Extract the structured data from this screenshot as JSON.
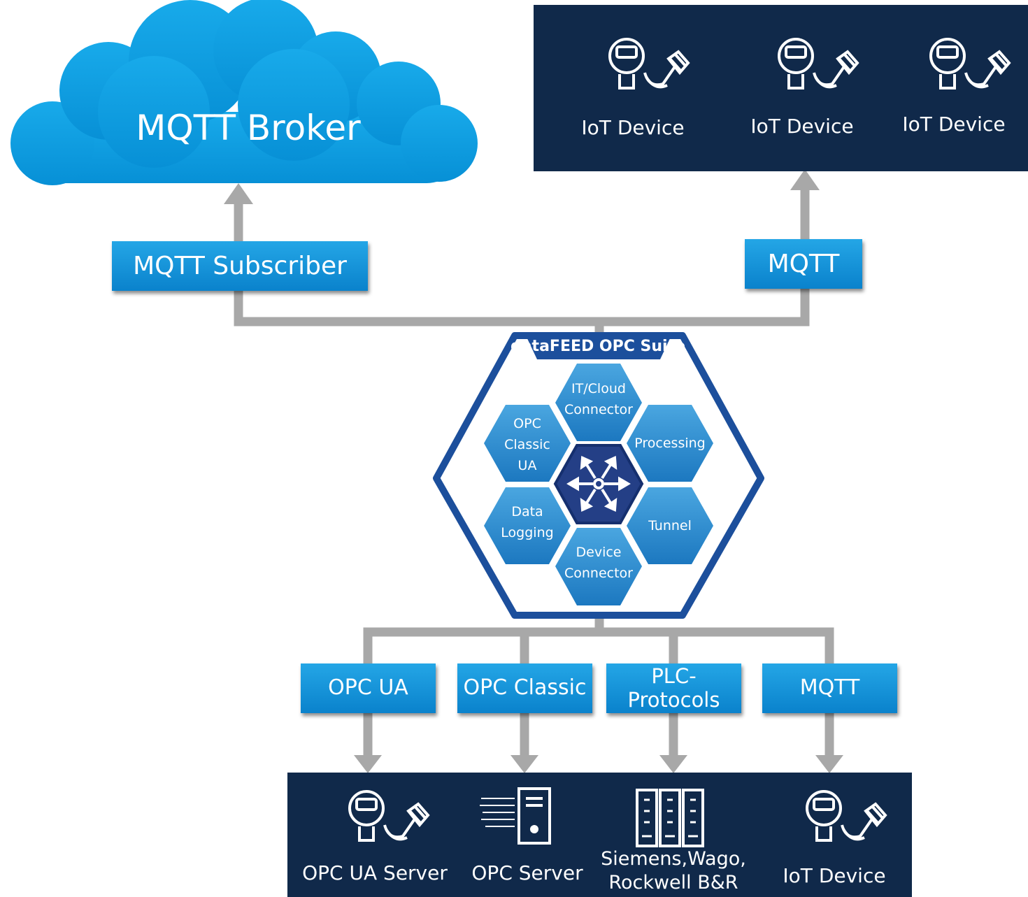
{
  "cloud": {
    "label": "MQTT Broker"
  },
  "top_panel": {
    "devices": [
      {
        "label": "IoT Device",
        "icon": "gauge-sensor-icon"
      },
      {
        "label": "IoT Device",
        "icon": "gauge-sensor-icon"
      },
      {
        "label": "IoT Device",
        "icon": "gauge-sensor-icon"
      }
    ]
  },
  "upper_connectors": {
    "left": "MQTT Subscriber",
    "right": "MQTT"
  },
  "suite": {
    "title": "dataFEED OPC Suite",
    "modules": {
      "it_cloud": "IT/Cloud\nConnector",
      "processing": "Processing",
      "tunnel": "Tunnel",
      "device_connector": "Device\nConnector",
      "data_logging": "Data\nLogging",
      "opc_classic_ua": "OPC\nClassic\nUA"
    },
    "center_icon": "arrows-out-icon"
  },
  "lower_connectors": [
    "OPC UA",
    "OPC Classic",
    "PLC-\nProtocols",
    "MQTT"
  ],
  "bottom_panel": {
    "targets": [
      {
        "label": "OPC UA Server",
        "icon": "gauge-sensor-icon"
      },
      {
        "label": "OPC Server",
        "icon": "data-server-icon"
      },
      {
        "label": "Siemens,Wago,\nRockwell B&R",
        "icon": "plc-rack-icon"
      },
      {
        "label": "IoT Device",
        "icon": "gauge-sensor-icon"
      }
    ]
  },
  "colors": {
    "panel": "#10294a",
    "cloud": "#0d9ee0",
    "box": "#1496dc",
    "hex_outline": "#1c4f9c",
    "hex_fill": "#2e8fd0",
    "center_hex": "#243f86",
    "connector": "#a8a8a8"
  }
}
